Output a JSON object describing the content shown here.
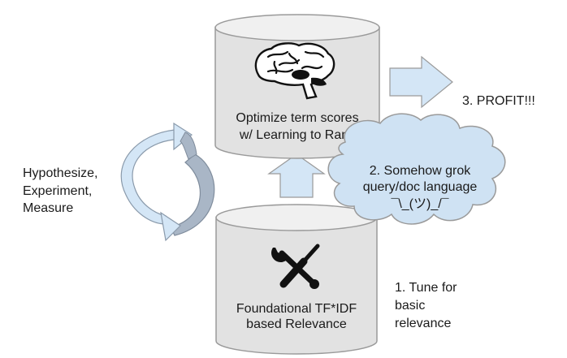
{
  "top_cylinder": {
    "icon": "brain-icon",
    "line1": "Optimize term scores",
    "line2": "w/ Learning to Rank"
  },
  "bottom_cylinder": {
    "icon": "tools-icon",
    "line1": "Foundational TF*IDF",
    "line2": "based Relevance"
  },
  "cycle": {
    "line1": "Hypothesize,",
    "line2": "Experiment,",
    "line3": "Measure"
  },
  "cloud": {
    "line1": "2. Somehow grok",
    "line2": "query/doc language",
    "line3": "¯\\_(ツ)_/¯"
  },
  "profit": "3. PROFIT!!!",
  "tune": {
    "line1": "1. Tune for",
    "line2": "basic",
    "line3": "relevance"
  },
  "colors": {
    "cylinder_fill": "#e2e2e2",
    "cylinder_top": "#f0f0f0",
    "outline": "#9a9a9a",
    "arrow_fill": "#d4e6f6",
    "cloud_fill": "#cfe2f3",
    "cycle_dark": "#a9b6c6",
    "cycle_light": "#d4e6f6"
  }
}
